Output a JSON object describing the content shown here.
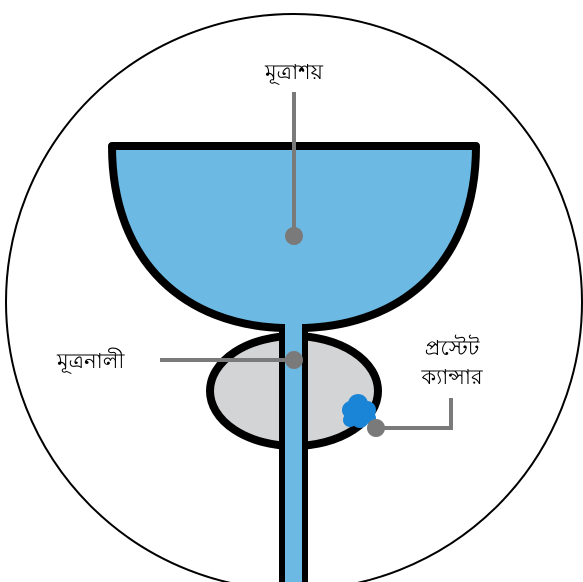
{
  "labels": {
    "bladder": "মূত্রাশয়",
    "urethra": "মূত্রনালী",
    "prostate_cancer_line1": "প্রস্টেট",
    "prostate_cancer_line2": "ক্যান্সার"
  },
  "colors": {
    "outline": "#000000",
    "bladder_fill": "#6cb9e3",
    "urethra_fill": "#6cb9e3",
    "prostate_fill": "#d3d4d6",
    "tumor_fill": "#1a85d6",
    "leader_line": "#7a7a7a",
    "background": "#ffffff"
  }
}
